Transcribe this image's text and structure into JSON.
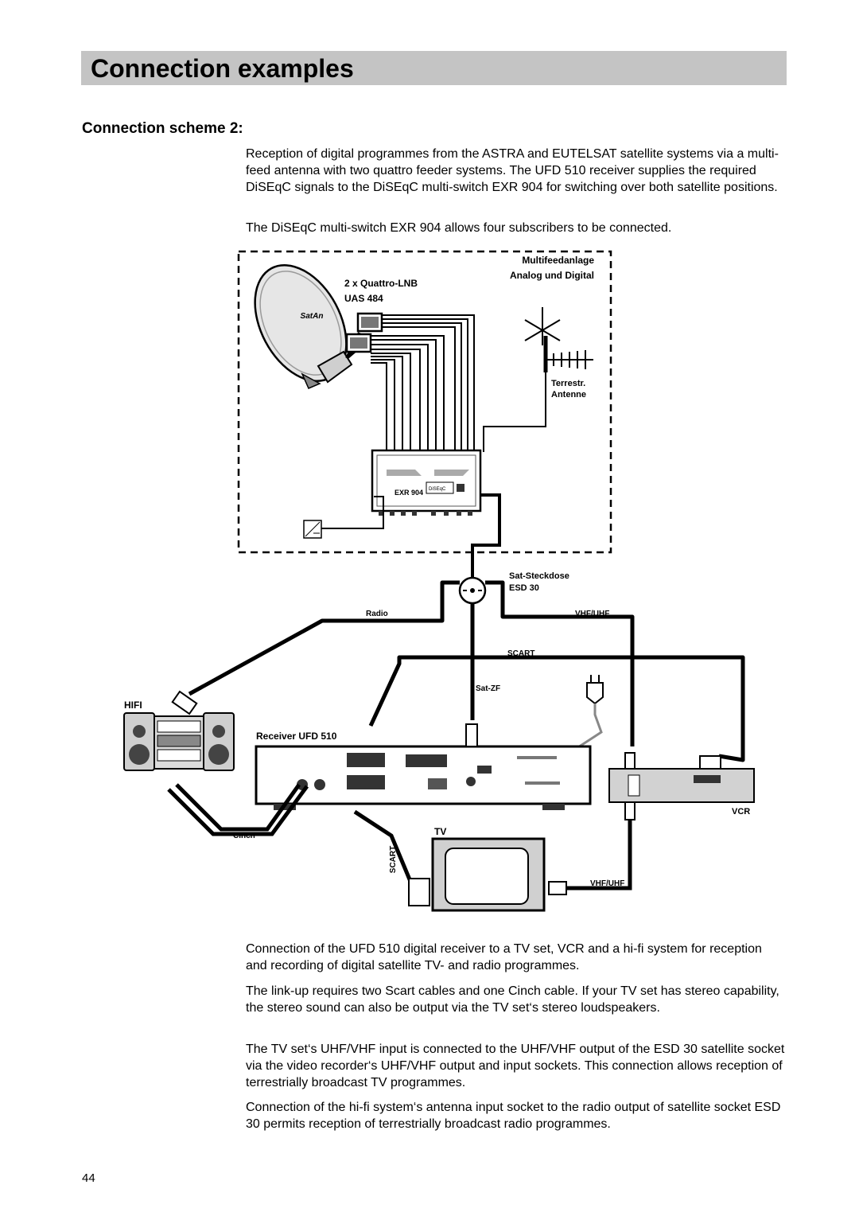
{
  "header": {
    "title": "Connection examples"
  },
  "section": {
    "title": "Connection scheme 2:"
  },
  "intro": [
    "Reception of digital programmes from the ASTRA and EUTELSAT satellite systems via a multi-feed antenna with two quattro feeder systems. The UFD 510 receiver supplies the required DiSEqC signals to the DiSEqC multi-switch EXR 904 for switching over both satellite positions.",
    "The DiSEqC multi-switch EXR 904 allows four subscribers to be connected."
  ],
  "diagram": {
    "multifeed_line1": "Multifeedanlage",
    "multifeed_line2": "Analog und Digital",
    "lnb_line1": "2 x Quattro-LNB",
    "lnb_line2": "UAS 484",
    "dish_logo": "SatAn",
    "terrestrial_line1": "Terrestr.",
    "terrestrial_line2": "Antenne",
    "switch_model": "EXR 904",
    "switch_brand": "DiSEqC",
    "socket_line1": "Sat-Steckdose",
    "socket_line2": "ESD 30",
    "radio": "Radio",
    "vhf_uhf_top": "VHF/UHF",
    "scart_top": "SCART",
    "sat_zf": "Sat-ZF",
    "hifi": "HIFI",
    "receiver": "Receiver UFD 510",
    "vcr": "VCR",
    "cinch": "Cinch",
    "scart_side": "SCART",
    "tv": "TV",
    "vhf_uhf_bottom": "VHF/UHF"
  },
  "body": [
    "Connection of the UFD 510 digital receiver to a TV set, VCR and a hi-fi system for reception and recording of digital satellite TV- and radio programmes.",
    "The link-up requires two Scart cables and one Cinch cable. If your TV set has stereo capability, the stereo sound can also be output via the TV set‘s stereo loudspeakers.",
    "The TV set‘s UHF/VHF input is connected to the UHF/VHF output of the ESD 30 satellite socket via the video recorder‘s UHF/VHF output and input sockets. This connection allows reception of terrestrially broadcast TV programmes.",
    "Connection of the hi-fi system‘s antenna input socket to the radio output of satellite socket ESD 30 permits reception of terrestrially broadcast radio programmes."
  ],
  "footer": {
    "page_number": "44"
  }
}
